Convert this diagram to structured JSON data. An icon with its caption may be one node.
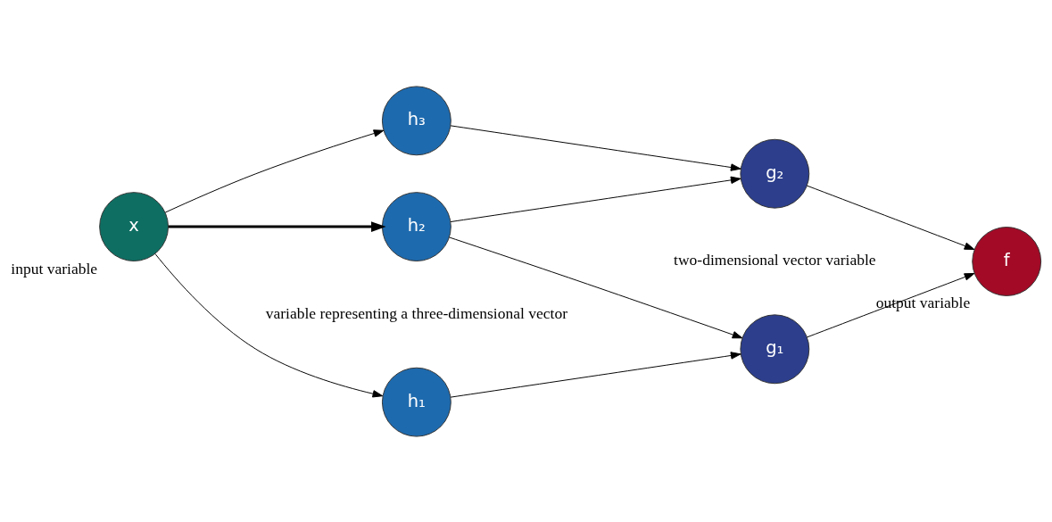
{
  "diagram": {
    "nodes": [
      {
        "text": [
          "x"
        ],
        "beside": [
          "input variable"
        ]
      },
      {
        "text": [
          "h₁"
        ]
      },
      {
        "text": [
          "h₂"
        ]
      },
      {
        "text": [
          "h₃"
        ]
      },
      {
        "text": [
          "g₁"
        ]
      },
      {
        "text": [
          "g₂"
        ]
      },
      {
        "text": [
          "f"
        ],
        "beside": [
          "output variable"
        ]
      }
    ],
    "edges": [
      {
        "from": 0,
        "to": 1,
        "arrow": "to"
      },
      {
        "from": 0,
        "to": 2,
        "arrow": "to",
        "style": "thick"
      },
      {
        "from": 0,
        "to": 3,
        "arrow": "to"
      },
      {
        "from": 1,
        "to": 4,
        "arrow": "to"
      },
      {
        "from": 2,
        "to": 4,
        "arrow": "to"
      },
      {
        "from": 2,
        "to": 5,
        "arrow": "to"
      },
      {
        "from": 3,
        "to": 5,
        "arrow": "to"
      },
      {
        "from": 4,
        "to": 6,
        "arrow": "to"
      },
      {
        "from": 5,
        "to": 6,
        "arrow": "to"
      }
    ],
    "labels": [
      "variable representing a three-dimensional vector",
      "two-dimensional vector variable"
    ]
  }
}
